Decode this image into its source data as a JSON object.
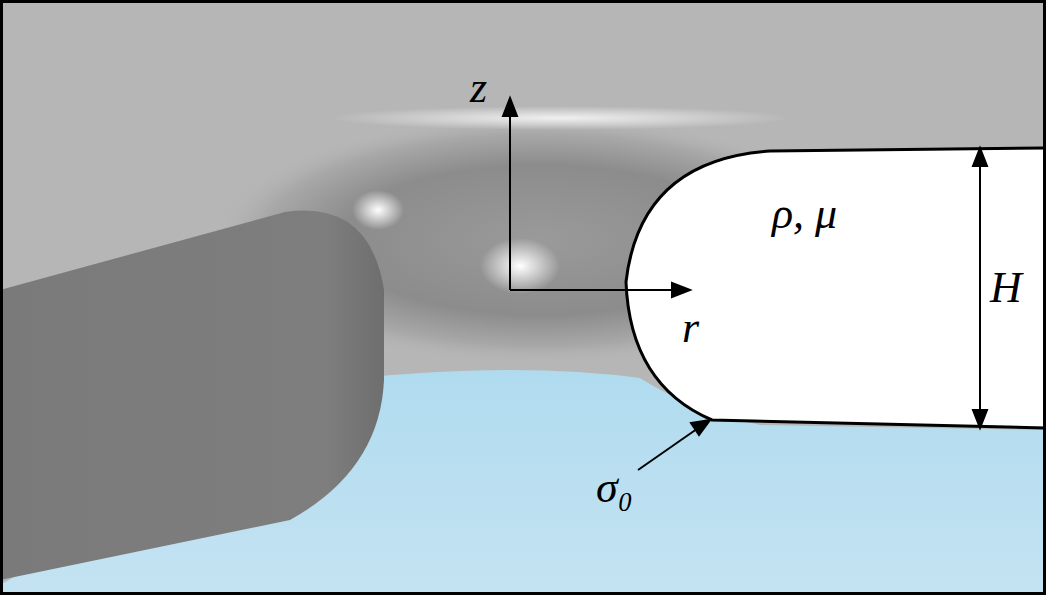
{
  "diagram": {
    "labels": [
      "z",
      "r",
      "ρ, μ",
      "H",
      "σ₀"
    ]
  }
}
